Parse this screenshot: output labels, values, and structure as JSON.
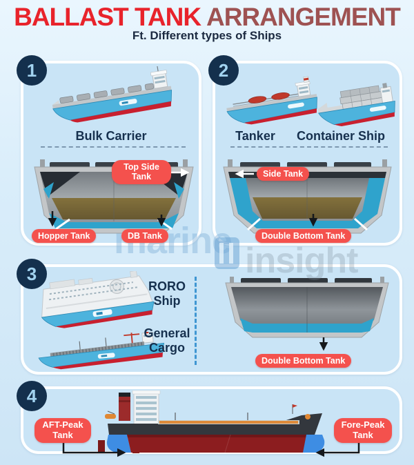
{
  "header": {
    "title_primary": "BALLAST TANK",
    "title_secondary": "ARRANGEMENT",
    "subtitle": "Ft. Different types of Ships"
  },
  "watermark": {
    "part1": "marine",
    "part2": "insight"
  },
  "sections": {
    "one": {
      "number": "1",
      "ship_name": "Bulk Carrier",
      "labels": {
        "top_side": "Top Side Tank",
        "hopper": "Hopper Tank",
        "db": "DB Tank"
      }
    },
    "two": {
      "number": "2",
      "tanker_name": "Tanker",
      "container_name": "Container Ship",
      "labels": {
        "side": "Side Tank",
        "double_bottom": "Double Bottom Tank"
      }
    },
    "three": {
      "number": "3",
      "roro_name": "RORO Ship",
      "general_name": "General Cargo",
      "labels": {
        "double_bottom": "Double Bottom Tank"
      }
    },
    "four": {
      "number": "4",
      "labels": {
        "aft": "AFT-Peak Tank",
        "fore": "Fore-Peak Tank"
      }
    }
  },
  "colors": {
    "title_primary": "#e8232b",
    "title_secondary": "#9e5252",
    "navy_text": "#16304e",
    "label_bg": "#f4514d",
    "panel_bg": "#c9e4f6",
    "badge_bg": "#14304d",
    "ballast_teal": "#2fa3cc",
    "peak_tank_blue": "#3e8de3",
    "hull_red": "#8c1d1f",
    "ship_hull_blue": "#4db3dd"
  }
}
